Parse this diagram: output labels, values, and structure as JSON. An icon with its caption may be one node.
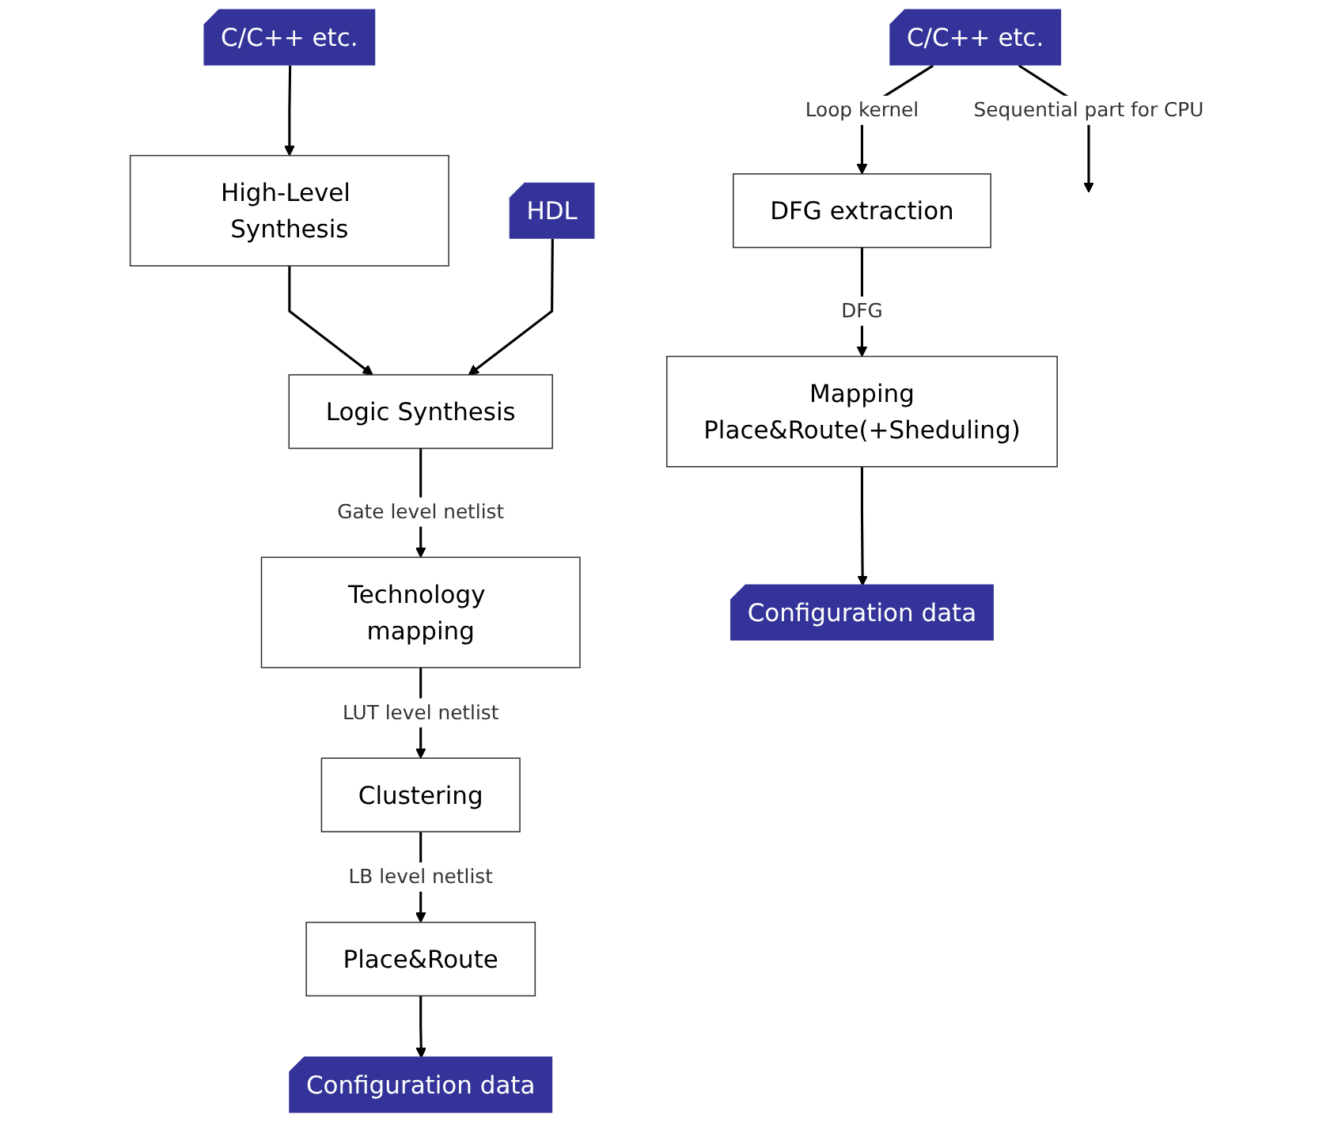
{
  "diagram": {
    "nodes": [
      {
        "text": [
          "C/C++ etc."
        ]
      },
      {
        "text": [
          "High-Level Synthesis"
        ]
      },
      {
        "text": [
          "HDL"
        ]
      },
      {
        "text": [
          "Logic Synthesis"
        ]
      },
      {
        "text": [
          "Technology mapping"
        ]
      },
      {
        "text": [
          "Clustering"
        ]
      },
      {
        "text": [
          "Place&Route"
        ]
      },
      {
        "text": [
          "Configuration data"
        ]
      },
      {
        "text": [
          "C/C++ etc."
        ]
      },
      {
        "text": [
          "DFG extraction"
        ]
      },
      {
        "text": [
          "Mapping",
          "Place&Route(+Sheduling)"
        ]
      },
      {
        "text": [
          "Configuration data"
        ]
      }
    ],
    "edges": [
      {
        "from": 0,
        "to": 1,
        "arrow": "to"
      },
      {
        "from": 1,
        "to": 3,
        "arrow": "to"
      },
      {
        "from": 2,
        "to": 3,
        "arrow": "to"
      },
      {
        "from": 3,
        "to": 4,
        "arrow": "to",
        "label": "Gate level netlist"
      },
      {
        "from": 4,
        "to": 5,
        "arrow": "to",
        "label": "LUT level netlist"
      },
      {
        "from": 5,
        "to": 6,
        "arrow": "to",
        "label": "LB level netlist"
      },
      {
        "from": 6,
        "to": 7,
        "arrow": "to"
      },
      {
        "from": 8,
        "to": null,
        "arrow": "to",
        "label": "Sequential part for CPU"
      },
      {
        "from": 8,
        "to": 9,
        "arrow": "to",
        "label": "Loop kernel"
      },
      {
        "from": 9,
        "to": 10,
        "arrow": "to",
        "label": "DFG"
      },
      {
        "from": 10,
        "to": 11,
        "arrow": "to"
      }
    ]
  }
}
